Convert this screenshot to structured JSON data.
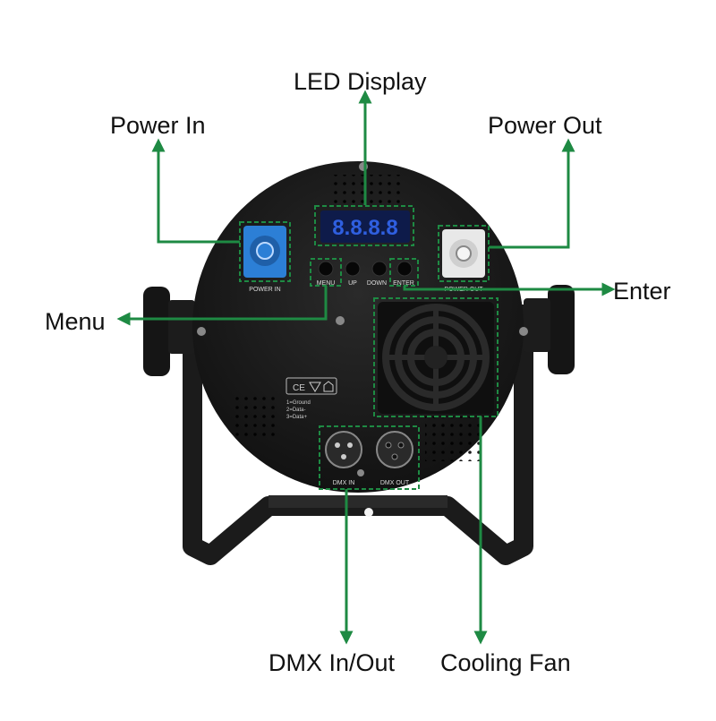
{
  "callouts": {
    "led_display": "LED Display",
    "power_in": "Power In",
    "power_out": "Power Out",
    "enter": "Enter",
    "menu": "Menu",
    "dmx_in_out": "DMX In/Out",
    "cooling_fan": "Cooling Fan"
  },
  "panel": {
    "display_digits": "8.8.8.8",
    "power_in_label": "POWER IN",
    "power_out_label": "POWER OUT",
    "buttons": [
      "MENU",
      "UP",
      "DOWN",
      "ENTER"
    ],
    "dmx_in_label": "DMX IN",
    "dmx_out_label": "DMX OUT",
    "pin_legend": [
      "1=Ground",
      "2=Data-",
      "3=Data+"
    ]
  },
  "colors": {
    "callout_line": "#1e8a43",
    "housing": "#1a1a1a",
    "display": "#2f5fe0",
    "power_in_connector": "#2c7fd6",
    "power_out_connector": "#e8e8e8"
  },
  "icons": [
    "ce-mark-icon",
    "triangle-warning-icon",
    "house-icon",
    "power-connector-icon",
    "xlr-male-icon",
    "xlr-female-icon",
    "fan-icon"
  ]
}
